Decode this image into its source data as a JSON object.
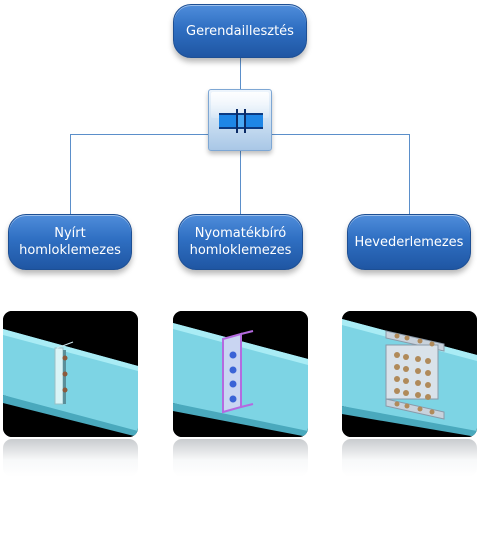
{
  "diagram": {
    "root": {
      "label": "Gerendaillesztés"
    },
    "hub": {
      "icon": "beam-joint-icon"
    },
    "children": [
      {
        "label": "Nyírt\nhomloklemezes",
        "image": "shear-end-plate-connection-image"
      },
      {
        "label": "Nyomatékbíró\nhomloklemezes",
        "image": "moment-end-plate-connection-image"
      },
      {
        "label": "Hevederlemezes",
        "image": "splice-plate-connection-image"
      }
    ],
    "colors": {
      "node_fill": "#2f6fc2",
      "connector": "#5b8fca",
      "beam": "#7fd6e6",
      "plate_edge": "#b46ae0",
      "bolt": "#3a63d6"
    }
  }
}
